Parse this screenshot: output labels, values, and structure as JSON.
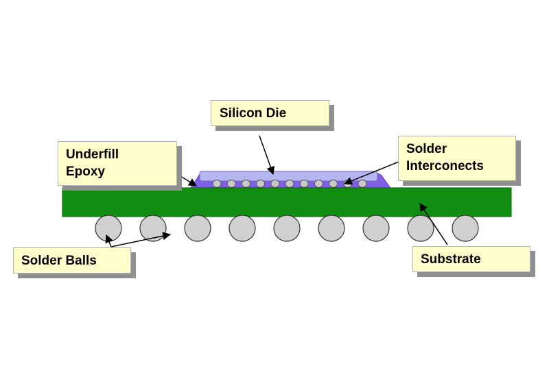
{
  "labels": {
    "silicon_die": "Silicon Die",
    "underfill_line1": "Underfill",
    "underfill_line2": "Epoxy",
    "interconnects_line1": "Solder",
    "interconnects_line2": "Interconects",
    "solder_balls": "Solder Balls",
    "substrate": "Substrate"
  },
  "colors": {
    "substrate": "#118d11",
    "die": "#b6b6f2",
    "underfill": "#7f5fe6",
    "bump": "#c8c8c8",
    "ball": "#d0d0d0",
    "callout_fill": "#ffffcc",
    "callout_shadow": "#8f8f8f"
  },
  "components": {
    "solder_ball_count": 9,
    "interconnect_bump_count": 11
  }
}
